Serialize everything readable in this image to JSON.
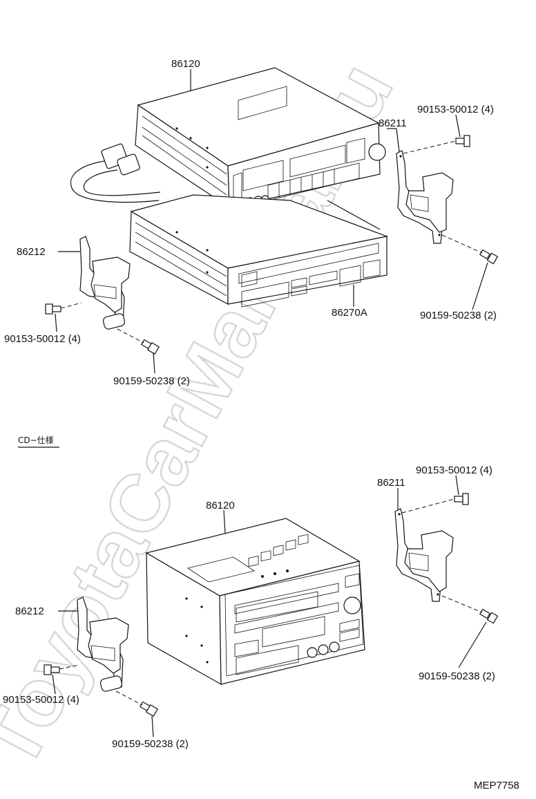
{
  "watermark": "ToyotaCarManual.ru",
  "figure_code": "MEP7758",
  "upper_assembly": {
    "labels": {
      "radio_unit": "86120",
      "bracket_right": "86211",
      "bracket_left": "86212",
      "cd_player": "86270A",
      "screw_top_right": "90153-50012 (4)",
      "screw_bottom_right": "90159-50238 (2)",
      "screw_left": "90153-50012 (4)",
      "screw_bottom_left": "90159-50238 (2)"
    }
  },
  "lower_assembly": {
    "section_title": "CD−仕様",
    "labels": {
      "radio_unit": "86120",
      "bracket_right": "86211",
      "bracket_left": "86212",
      "screw_top_right": "90153-50012 (4)",
      "screw_bottom_right": "90159-50238 (2)",
      "screw_left": "90153-50012 (4)",
      "screw_bottom_left": "90159-50238 (2)"
    }
  }
}
